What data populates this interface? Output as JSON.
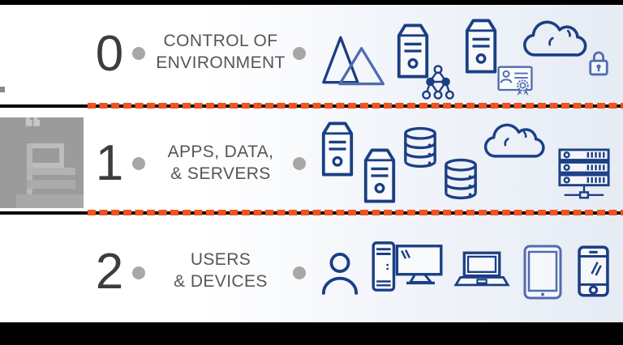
{
  "colors": {
    "accent_orange": "#f1531e",
    "icon_navy": "#1b3f85",
    "icon_blue": "#4f6cae",
    "text_gray": "#565656",
    "digit_gray": "#3d3d3d",
    "dot_gray": "#a7a7a7",
    "bar_black": "#000000",
    "row_bg_right": "#e6ebf4"
  },
  "rows": [
    {
      "number": "0",
      "label_line1": "CONTROL OF",
      "label_line2": "ENVIRONMENT",
      "icons": [
        "mountains-icon",
        "server-tower-icon",
        "sitemap-icon",
        "server-tower-icon",
        "certificate-icon",
        "cloud-icon",
        "lock-icon"
      ]
    },
    {
      "number": "1",
      "label_line1": "APPS, DATA,",
      "label_line2": "& SERVERS",
      "icons": [
        "server-tower-icon",
        "server-tower-icon",
        "database-icon",
        "database-icon",
        "cloud-icon",
        "server-rack-icon"
      ]
    },
    {
      "number": "2",
      "label_line1": "USERS",
      "label_line2": "& DEVICES",
      "icons": [
        "person-icon",
        "desktop-pc-icon",
        "laptop-icon",
        "tablet-icon",
        "smartphone-icon"
      ]
    }
  ]
}
